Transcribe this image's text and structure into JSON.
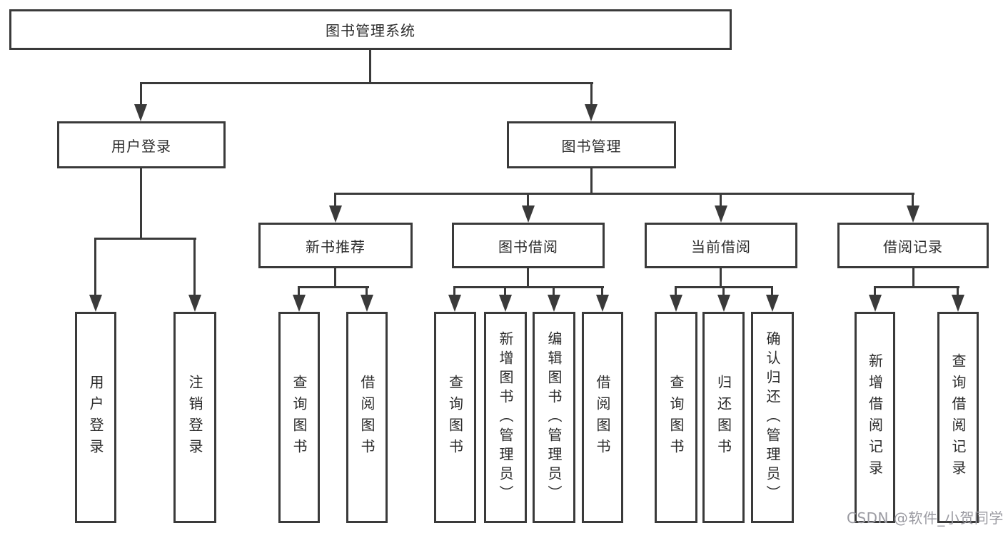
{
  "colors": {
    "line": "#3a3a3a",
    "text": "#2b2b2b",
    "watermark": "#9b9ba2",
    "bg": "#ffffff"
  },
  "diagram": {
    "type": "hierarchy-tree",
    "root": {
      "label": "图书管理系统"
    },
    "branches": [
      {
        "label": "用户登录",
        "children": [
          {
            "label": "用户登录"
          },
          {
            "label": "注销登录"
          }
        ]
      },
      {
        "label": "图书管理",
        "children": [
          {
            "label": "新书推荐",
            "children": [
              {
                "label": "查询图书"
              },
              {
                "label": "借阅图书"
              }
            ]
          },
          {
            "label": "图书借阅",
            "children": [
              {
                "label": "查询图书"
              },
              {
                "label": "新增图书（管理员）"
              },
              {
                "label": "编辑图书（管理员）"
              },
              {
                "label": "借阅图书"
              }
            ]
          },
          {
            "label": "当前借阅",
            "children": [
              {
                "label": "查询图书"
              },
              {
                "label": "归还图书"
              },
              {
                "label": "确认归还（管理员）"
              }
            ]
          },
          {
            "label": "借阅记录",
            "children": [
              {
                "label": "新增借阅记录"
              },
              {
                "label": "查询借阅记录"
              }
            ]
          }
        ]
      }
    ]
  },
  "watermark": {
    "text": "CSDN @软件_小贺同学"
  }
}
